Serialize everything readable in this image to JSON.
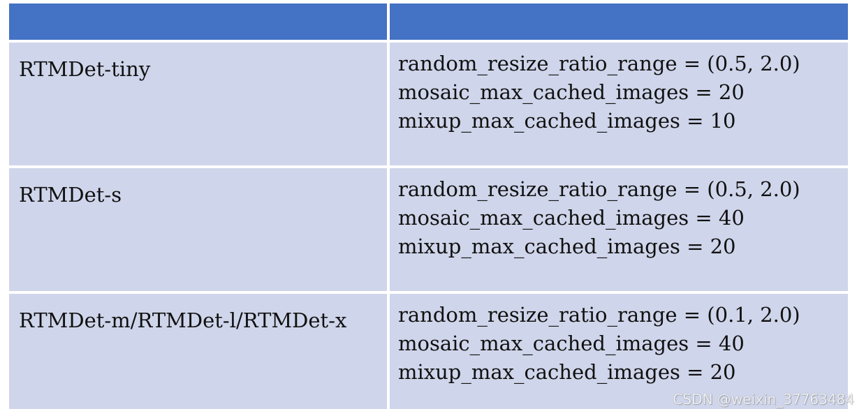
{
  "table": {
    "header": [
      "",
      ""
    ],
    "rows": [
      {
        "model": "RTMDet-tiny",
        "settings": [
          "random_resize_ratio_range = (0.5, 2.0)",
          "mosaic_max_cached_images = 20",
          "mixup_max_cached_images = 10"
        ]
      },
      {
        "model": "RTMDet-s",
        "settings": [
          "random_resize_ratio_range = (0.5, 2.0)",
          "mosaic_max_cached_images = 40",
          "mixup_max_cached_images = 20"
        ]
      },
      {
        "model": "RTMDet-m/RTMDet-l/RTMDet-x",
        "settings": [
          "random_resize_ratio_range = (0.1, 2.0)",
          "mosaic_max_cached_images = 40",
          "mixup_max_cached_images = 20"
        ]
      }
    ]
  },
  "watermark": "CSDN @weixin_37763484",
  "colors": {
    "header": "#4472c4",
    "row": "#cfd5ea",
    "text": "#111111"
  }
}
